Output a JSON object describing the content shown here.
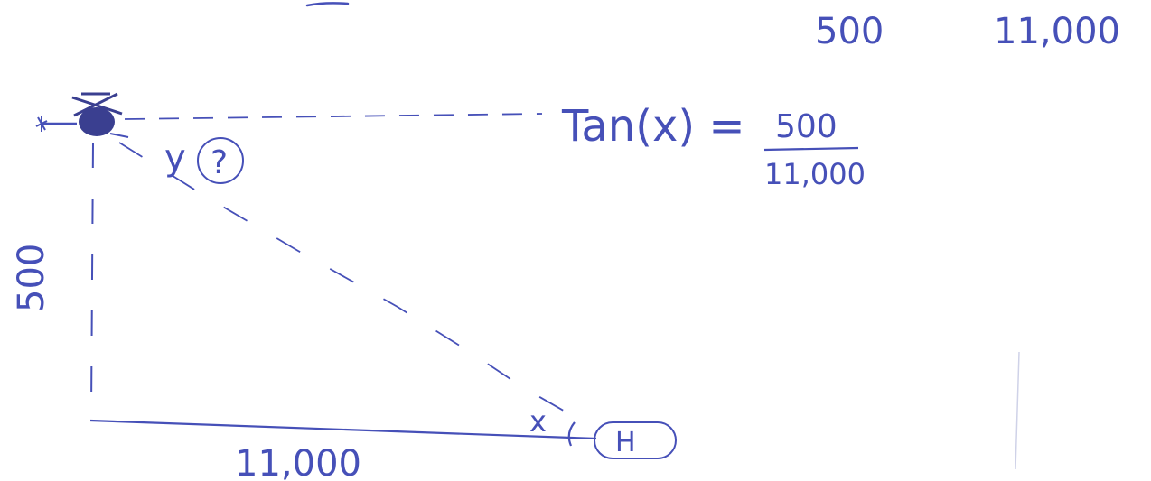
{
  "top_values": {
    "left": "500",
    "right": "11,000"
  },
  "equation": {
    "lhs": "Tan(x) =",
    "numerator": "500",
    "denominator": "11,000"
  },
  "labels": {
    "vertical_side": "500",
    "horizontal_side": "11,000",
    "angle_top": "y",
    "angle_top_unknown": "?",
    "angle_bottom": "x",
    "endpoint": "H"
  },
  "ink_color": "#4650b8"
}
